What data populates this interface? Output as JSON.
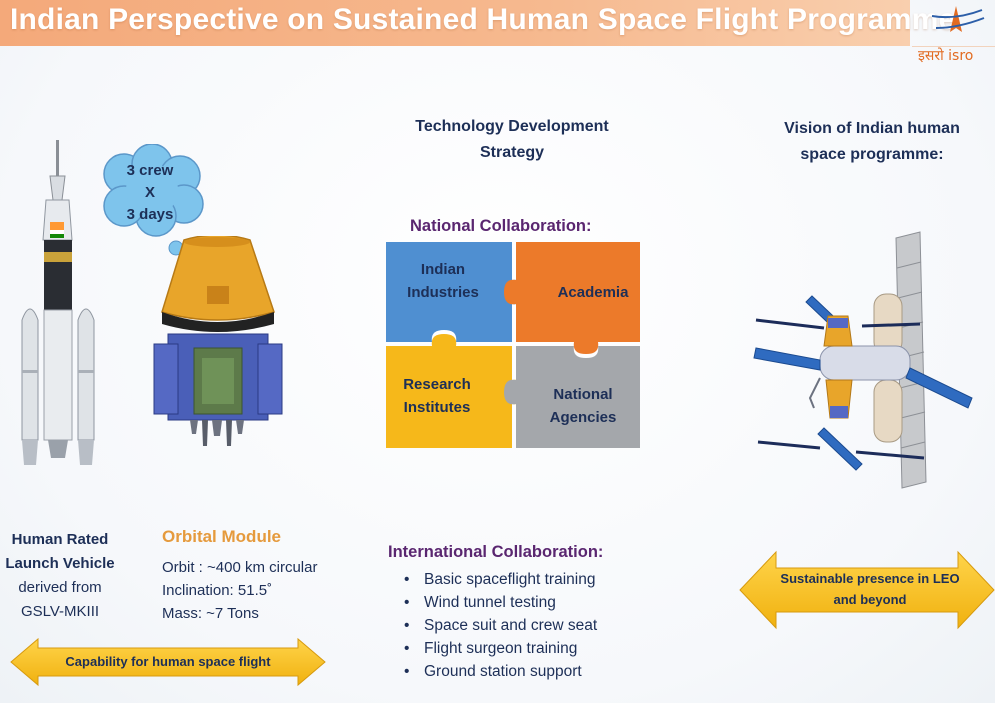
{
  "header": {
    "title": "Indian Perspective on Sustained Human Space Flight Programme"
  },
  "logo": {
    "text": "इसरो isro"
  },
  "left": {
    "cloud": [
      "3 crew",
      "X",
      "3 days"
    ],
    "vehicle_caption": [
      "Human Rated",
      "Launch Vehicle",
      "derived from",
      "GSLV-MKIII"
    ],
    "module_title": "Orbital Module",
    "module_specs": [
      "Orbit : ~400 km circular",
      "Inclination: 51.5˚",
      "Mass: ~7 Tons"
    ],
    "arrow_label": "Capability for human space flight"
  },
  "center": {
    "heading": [
      "Technology Development",
      "Strategy"
    ],
    "national_title": "National Collaboration:",
    "pieces": {
      "industries": [
        "Indian",
        "Industries"
      ],
      "academia": "Academia",
      "research": [
        "Research",
        "Institutes"
      ],
      "agencies": [
        "National",
        "Agencies"
      ]
    },
    "intl_title": "International Collaboration:",
    "intl_items": [
      "Basic spaceflight training",
      "Wind tunnel testing",
      "Space suit and crew seat",
      "Flight surgeon training",
      "Ground station support"
    ]
  },
  "right": {
    "heading": [
      "Vision of Indian human",
      "space programme:"
    ],
    "arrow_label": [
      "Sustainable presence in LEO",
      "and beyond"
    ]
  },
  "colors": {
    "header": "#f4a97a",
    "puzzle_blue": "#4f8fd1",
    "puzzle_orange": "#ec7a2a",
    "puzzle_yellow": "#f6b81a",
    "puzzle_gray": "#a4a7ab",
    "arrow_yellow": "#f8c21c",
    "module_orange": "#e8a52a",
    "text_navy": "#1d2f57",
    "purple": "#5a2670"
  }
}
